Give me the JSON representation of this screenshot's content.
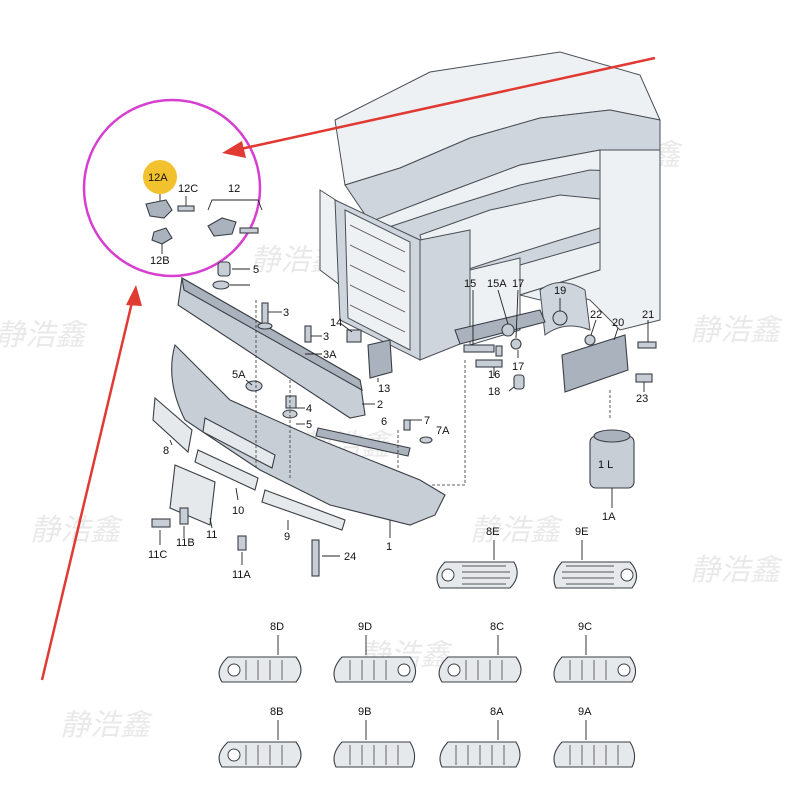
{
  "watermark": "静浩鑫",
  "highlight": {
    "circle_color": "#d63fd0",
    "arrow_color": "#e03a33",
    "badge_color": "#f2c12e"
  },
  "labels": {
    "p12A": "12A",
    "p12B": "12B",
    "p12C": "12C",
    "p12": "12",
    "p5": "5",
    "p3": "3",
    "p3A": "3A",
    "p14": "14",
    "p13": "13",
    "p2": "2",
    "p4": "4",
    "p5A": "5A",
    "p6": "6",
    "p7": "7",
    "p7A": "7A",
    "p8": "8",
    "p10": "10",
    "p9": "9",
    "p11": "11",
    "p11B": "11B",
    "p11C": "11C",
    "p11A": "11A",
    "p24": "24",
    "p1": "1",
    "p15": "15",
    "p15A": "15A",
    "p17a": "17",
    "p17b": "17",
    "p16": "16",
    "p18": "18",
    "p19": "19",
    "p22": "22",
    "p20": "20",
    "p21": "21",
    "p23": "23",
    "p1A": "1A",
    "tank": "1 L",
    "g8E": "8E",
    "g9E": "9E",
    "g8D": "8D",
    "g9D": "9D",
    "g8C": "8C",
    "g9C": "9C",
    "g8B": "8B",
    "g9B": "9B",
    "g8A": "8A",
    "g9A": "9A"
  }
}
